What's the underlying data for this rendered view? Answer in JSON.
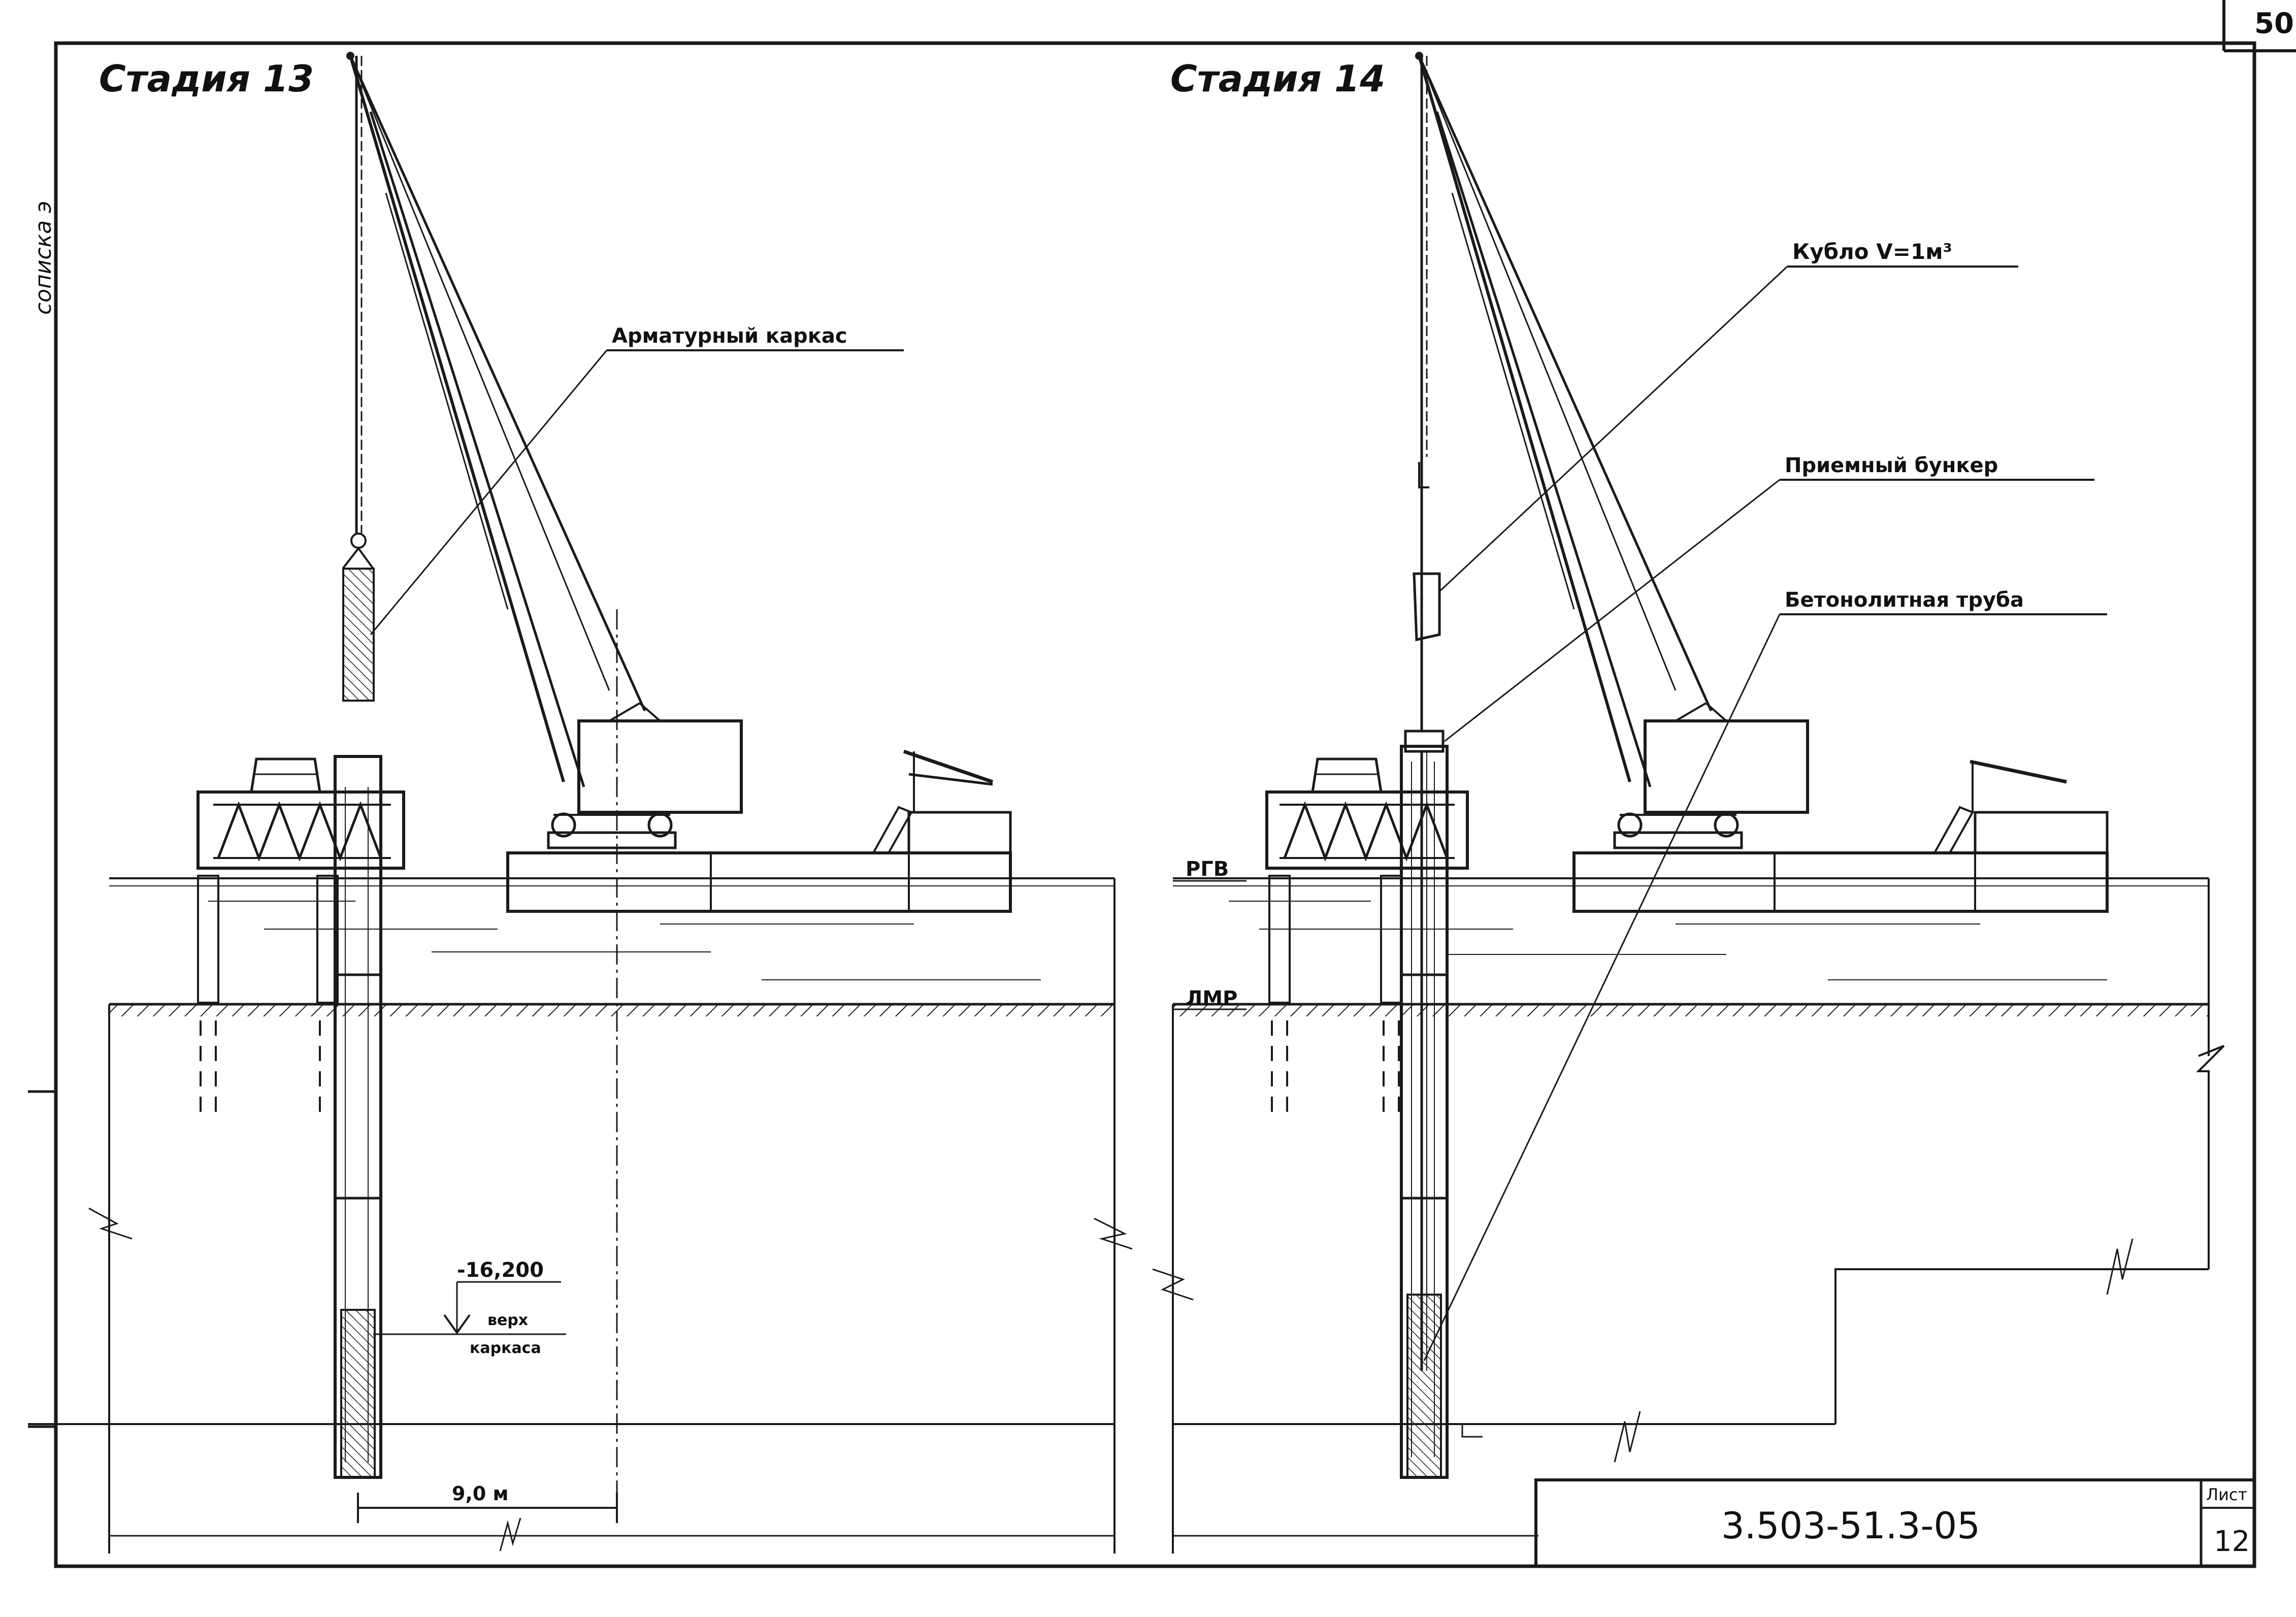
{
  "sheet_corner_number": "50",
  "side_stamp": "сопиcка э",
  "stage13": {
    "title": "Стадия 13",
    "label_cage": "Арматурный каркас",
    "elevation": "-16,200",
    "elevation_note_1": "верх",
    "elevation_note_2": "каркаса",
    "dimension": "9,0 м"
  },
  "stage14": {
    "title": "Стадия 14",
    "label_bucket": "Кубло V=1м³",
    "label_hopper": "Приемный бункер",
    "label_pipe": "Бетонолитная труба",
    "level_rgv": "РГВ",
    "level_lmr": "ЛМР"
  },
  "title_block": {
    "code": "3.503-51.3-05",
    "sheet_label": "Лист",
    "sheet_number": "12"
  }
}
